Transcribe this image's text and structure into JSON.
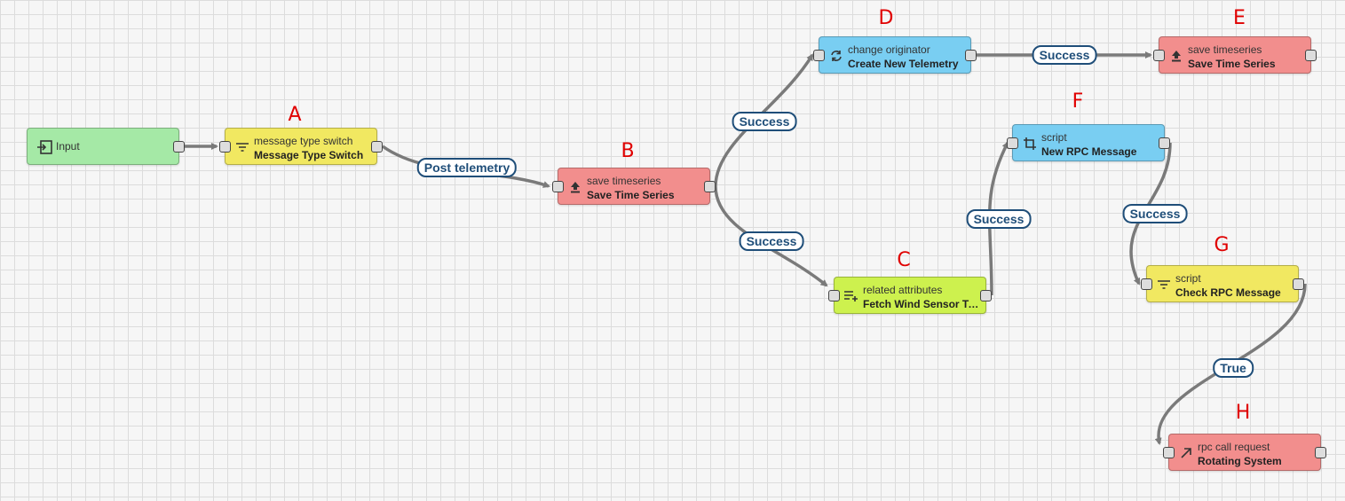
{
  "markers": {
    "A": "A",
    "B": "B",
    "C": "C",
    "D": "D",
    "E": "E",
    "F": "F",
    "G": "G",
    "H": "H"
  },
  "nodes": {
    "input": {
      "label": "Input",
      "color": "#a5e9a6",
      "icon": "input-icon"
    },
    "mts": {
      "type": "message type switch",
      "name": "Message Type Switch",
      "color": "#f1e861",
      "icon": "filter-icon"
    },
    "save1": {
      "type": "save timeseries",
      "name": "Save Time Series",
      "color": "#f28e8d",
      "icon": "upload-icon"
    },
    "change": {
      "type": "change originator",
      "name": "Create New Telemetry",
      "color": "#79cef2",
      "icon": "refresh-icon"
    },
    "save2": {
      "type": "save timeseries",
      "name": "Save Time Series",
      "color": "#f28e8d",
      "icon": "upload-icon"
    },
    "related": {
      "type": "related attributes",
      "name": "Fetch Wind Sensor Te...",
      "color": "#cdf14e",
      "icon": "playlist-add-icon"
    },
    "script1": {
      "type": "script",
      "name": "New RPC Message",
      "color": "#79cef2",
      "icon": "transform-icon"
    },
    "script2": {
      "type": "script",
      "name": "Check RPC Message",
      "color": "#f1e861",
      "icon": "filter-icon"
    },
    "rpc": {
      "type": "rpc call request",
      "name": "Rotating System",
      "color": "#f28e8d",
      "icon": "arrow-up-right-icon"
    }
  },
  "edges": {
    "post_telemetry": "Post telemetry",
    "success1": "Success",
    "success2": "Success",
    "success3": "Success",
    "success4": "Success",
    "success5": "Success",
    "true1": "True"
  }
}
